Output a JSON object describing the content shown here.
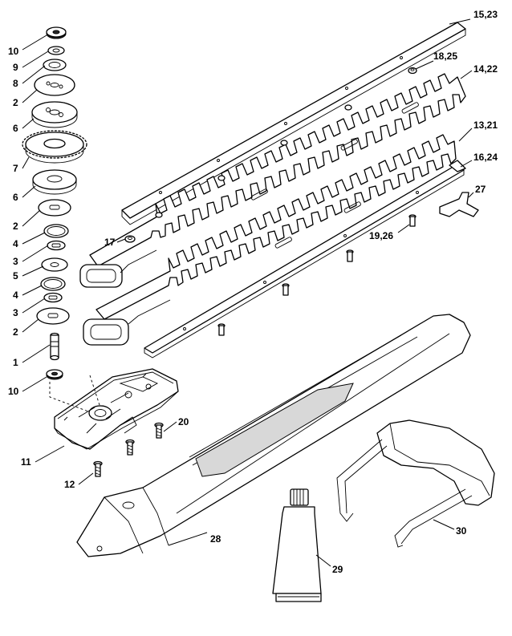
{
  "labels": {
    "l1": "1",
    "l2": "2",
    "l3": "3",
    "l4": "4",
    "l5": "5",
    "l6": "6",
    "l7": "7",
    "l8": "8",
    "l9": "9",
    "l10": "10",
    "l11": "11",
    "l12": "12",
    "l13_21": "13,21",
    "l14_22": "14,22",
    "l15_23": "15,23",
    "l16_24": "16,24",
    "l17": "17",
    "l18_25": "18,25",
    "l19_26": "19,26",
    "l20": "20",
    "l27": "27",
    "l28": "28",
    "l29": "29",
    "l30": "30"
  }
}
